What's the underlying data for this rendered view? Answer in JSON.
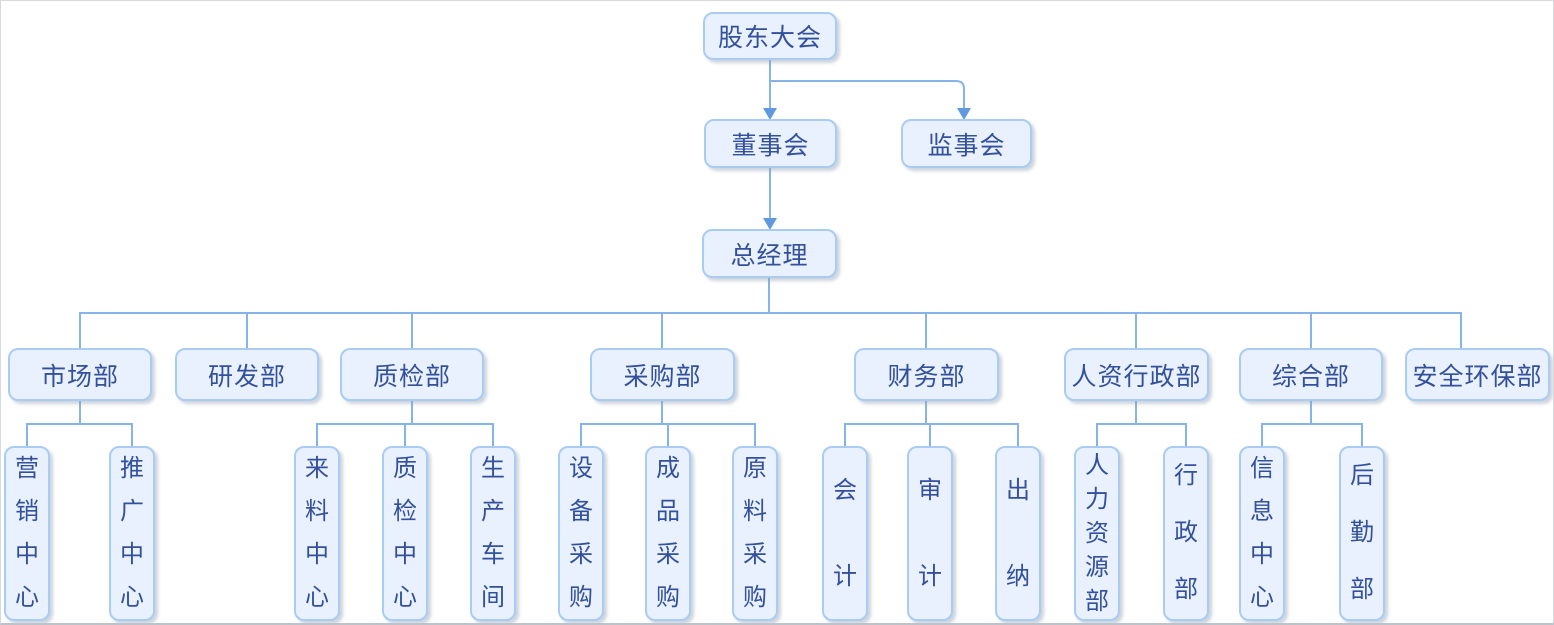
{
  "org_chart": {
    "type": "org-tree",
    "top": {
      "shareholders": {
        "label": "股东大会"
      },
      "board": {
        "label": "董事会"
      },
      "supervisory": {
        "label": "监事会"
      },
      "general_manager": {
        "label": "总经理"
      }
    },
    "departments": [
      {
        "label": "市场部",
        "children": [
          "营销中心",
          "推广中心"
        ]
      },
      {
        "label": "研发部",
        "children": []
      },
      {
        "label": "质检部",
        "children": [
          "来料中心",
          "质检中心",
          "生产车间"
        ]
      },
      {
        "label": "采购部",
        "children": [
          "设备采购",
          "成品采购",
          "原料采购"
        ]
      },
      {
        "label": "财务部",
        "children": [
          "会计",
          "审计",
          "出纳"
        ]
      },
      {
        "label": "人资行政部",
        "children": [
          "人力资源部",
          "行政部"
        ]
      },
      {
        "label": "综合部",
        "children": [
          "信息中心",
          "后勤部"
        ]
      },
      {
        "label": "安全环保部",
        "children": []
      }
    ],
    "colors": {
      "node_fill": "#e8f1fd",
      "node_border": "#a9ccf4",
      "node_text": "#33509c",
      "connector": "#86b3e9",
      "arrowhead": "#5f99e0",
      "background": "#ffffff"
    }
  }
}
